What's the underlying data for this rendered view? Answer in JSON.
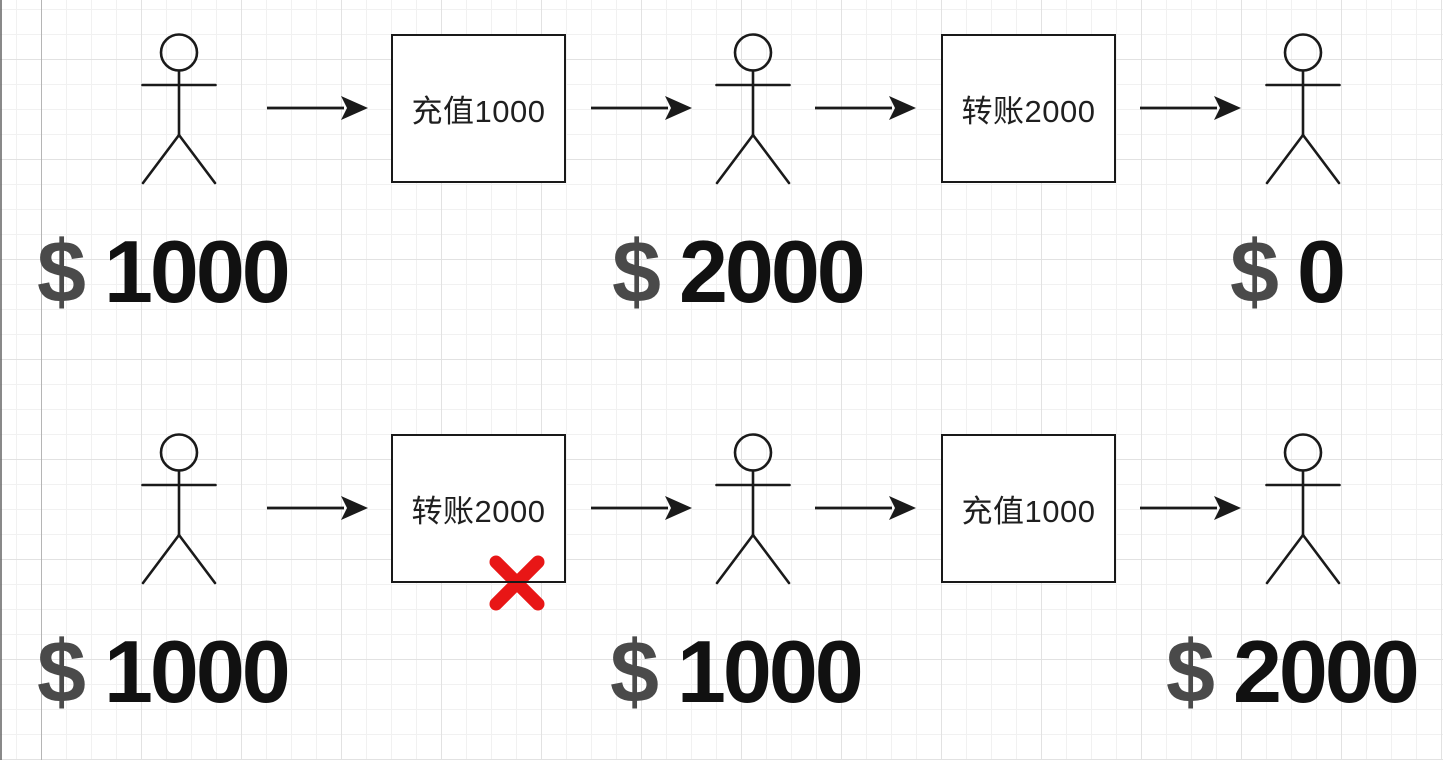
{
  "diagram": {
    "description": "Two account-operation flows on grid paper: person -> operation box -> person -> operation box -> person, with dollar balances under each person. Second flow's first operation is rejected (red X).",
    "colors": {
      "background": "#ffffff",
      "grid_minor": "#f1f1f1",
      "grid_major": "#e2e2e2",
      "stroke": "#1a1a1a",
      "dollar_symbol": "#4a4a4a",
      "amount_text": "#111111",
      "error_x": "#e81616"
    },
    "rows": [
      {
        "id": "flow-top",
        "boxes": [
          {
            "label": "充值1000",
            "error": false
          },
          {
            "label": "转账2000",
            "error": false
          }
        ],
        "balances": [
          {
            "symbol": "$",
            "amount": "1000"
          },
          {
            "symbol": "$",
            "amount": "2000"
          },
          {
            "symbol": "$",
            "amount": "0"
          }
        ]
      },
      {
        "id": "flow-bottom",
        "boxes": [
          {
            "label": "转账2000",
            "error": true
          },
          {
            "label": "充值1000",
            "error": false
          }
        ],
        "balances": [
          {
            "symbol": "$",
            "amount": "1000"
          },
          {
            "symbol": "$",
            "amount": "1000"
          },
          {
            "symbol": "$",
            "amount": "2000"
          }
        ]
      }
    ]
  }
}
